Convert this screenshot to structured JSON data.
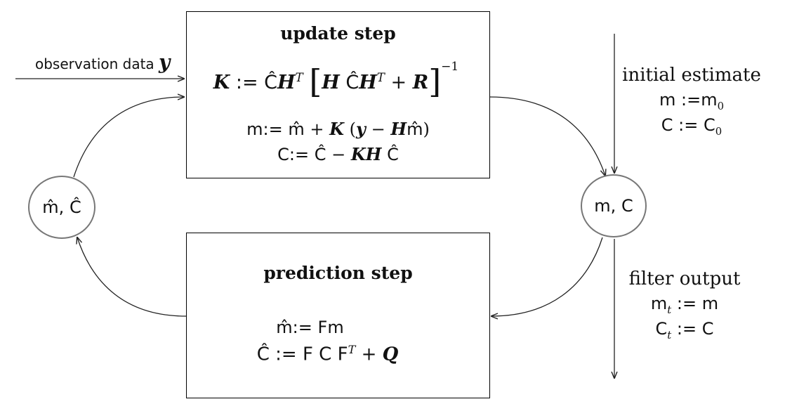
{
  "update_step": {
    "title": "update step",
    "eq_gain": {
      "lhs": "K",
      "assign": ":=",
      "c_hat": "Ĉ",
      "H": "H",
      "T": "T",
      "lbr": "[",
      "plus": "+",
      "R": "R",
      "rbr": "]",
      "exp": "−1"
    },
    "eq_mean": {
      "lhs": "m",
      "assign": ":=",
      "m_hat": "m̂",
      "plus": "+",
      "K": "K",
      "lp": "(",
      "y": "y",
      "minus": "−",
      "H": "H",
      "m_hat2": "m̂",
      "rp": ")"
    },
    "eq_cov": {
      "lhs": "C",
      "assign": ":=",
      "c_hat": "Ĉ",
      "minus": "−",
      "K": "K",
      "H": "H",
      "c_hat2": "Ĉ"
    }
  },
  "prediction_step": {
    "title": "prediction step",
    "eq_mean": {
      "lhs": "m̂",
      "assign": ":=",
      "rhs": "Fm"
    },
    "eq_cov": {
      "lhs": "Ĉ",
      "assign": ":=",
      "F": "F",
      "C": "C",
      "F2": "F",
      "T": "T",
      "plus": "+",
      "Q": "Q"
    }
  },
  "observation": {
    "label": "observation data",
    "symbol": "y"
  },
  "node_left": {
    "m": "m̂,",
    "c": "Ĉ"
  },
  "node_right": {
    "m": "m,",
    "c": "C"
  },
  "initial_estimate": {
    "heading": "initial estimate",
    "line1": {
      "lhs": "m",
      "assign": ":=",
      "rhs": "m",
      "sub": "0"
    },
    "line2": {
      "lhs": "C",
      "assign": ":=",
      "rhs": "C",
      "sub": "0"
    }
  },
  "filter_output": {
    "heading": "filter output",
    "line1": {
      "lhs": "m",
      "sub": "t",
      "assign": ":=",
      "rhs": "m"
    },
    "line2": {
      "lhs": "C",
      "sub": "t",
      "assign": ":=",
      "rhs": "C"
    }
  }
}
